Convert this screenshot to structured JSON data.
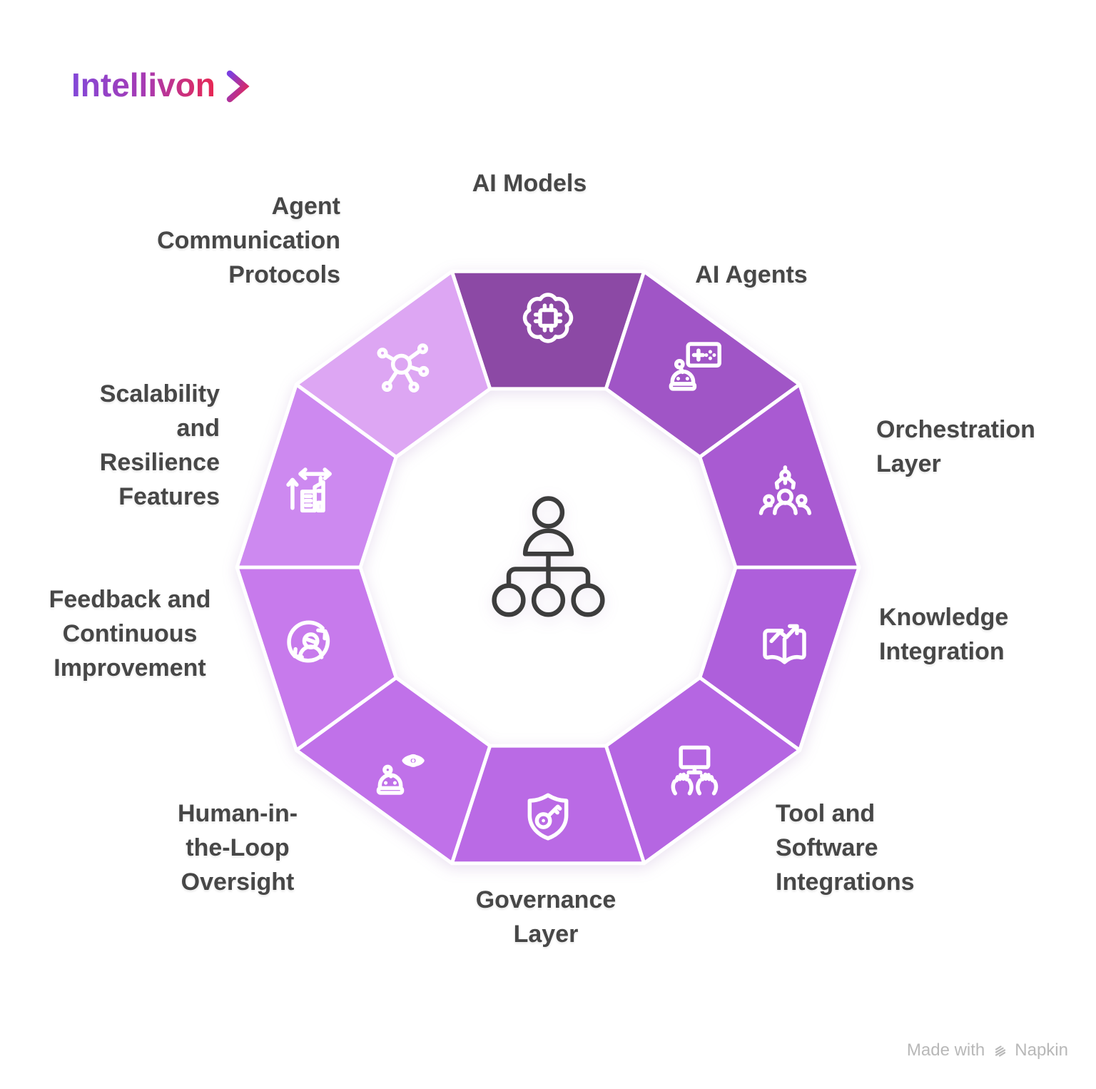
{
  "logo": {
    "text": "Intellivon"
  },
  "diagram": {
    "center_icon": "org-chart-person",
    "text_color": "#474747",
    "divider_color": "#ffffff",
    "segments": [
      {
        "label": "AI Models",
        "icon": "brain-chip",
        "color": "#8C49A5"
      },
      {
        "label": "AI Agents",
        "icon": "robot-controller",
        "color": "#A055C6"
      },
      {
        "label": "Orchestration\nLayer",
        "icon": "claw-team",
        "color": "#A95AD2"
      },
      {
        "label": "Knowledge\nIntegration",
        "icon": "book-trend",
        "color": "#AE5FDB"
      },
      {
        "label": "Tool and\nSoftware\nIntegrations",
        "icon": "monitor-hands",
        "color": "#B566E2"
      },
      {
        "label": "Governance\nLayer",
        "icon": "shield-key",
        "color": "#BA6AE5"
      },
      {
        "label": "Human-in-\nthe-Loop\nOversight",
        "icon": "robot-eye",
        "color": "#C071E9"
      },
      {
        "label": "Feedback and\nContinuous\nImprovement",
        "icon": "person-cycle",
        "color": "#C77AEC"
      },
      {
        "label": "Scalability\nand\nResilience\nFeatures",
        "icon": "building-scale",
        "color": "#CD89F0"
      },
      {
        "label": "Agent\nCommunication\nProtocols",
        "icon": "network-hub",
        "color": "#DDA6F3"
      }
    ]
  },
  "footer": {
    "made_with": "Made with",
    "napkin": "Napkin"
  }
}
